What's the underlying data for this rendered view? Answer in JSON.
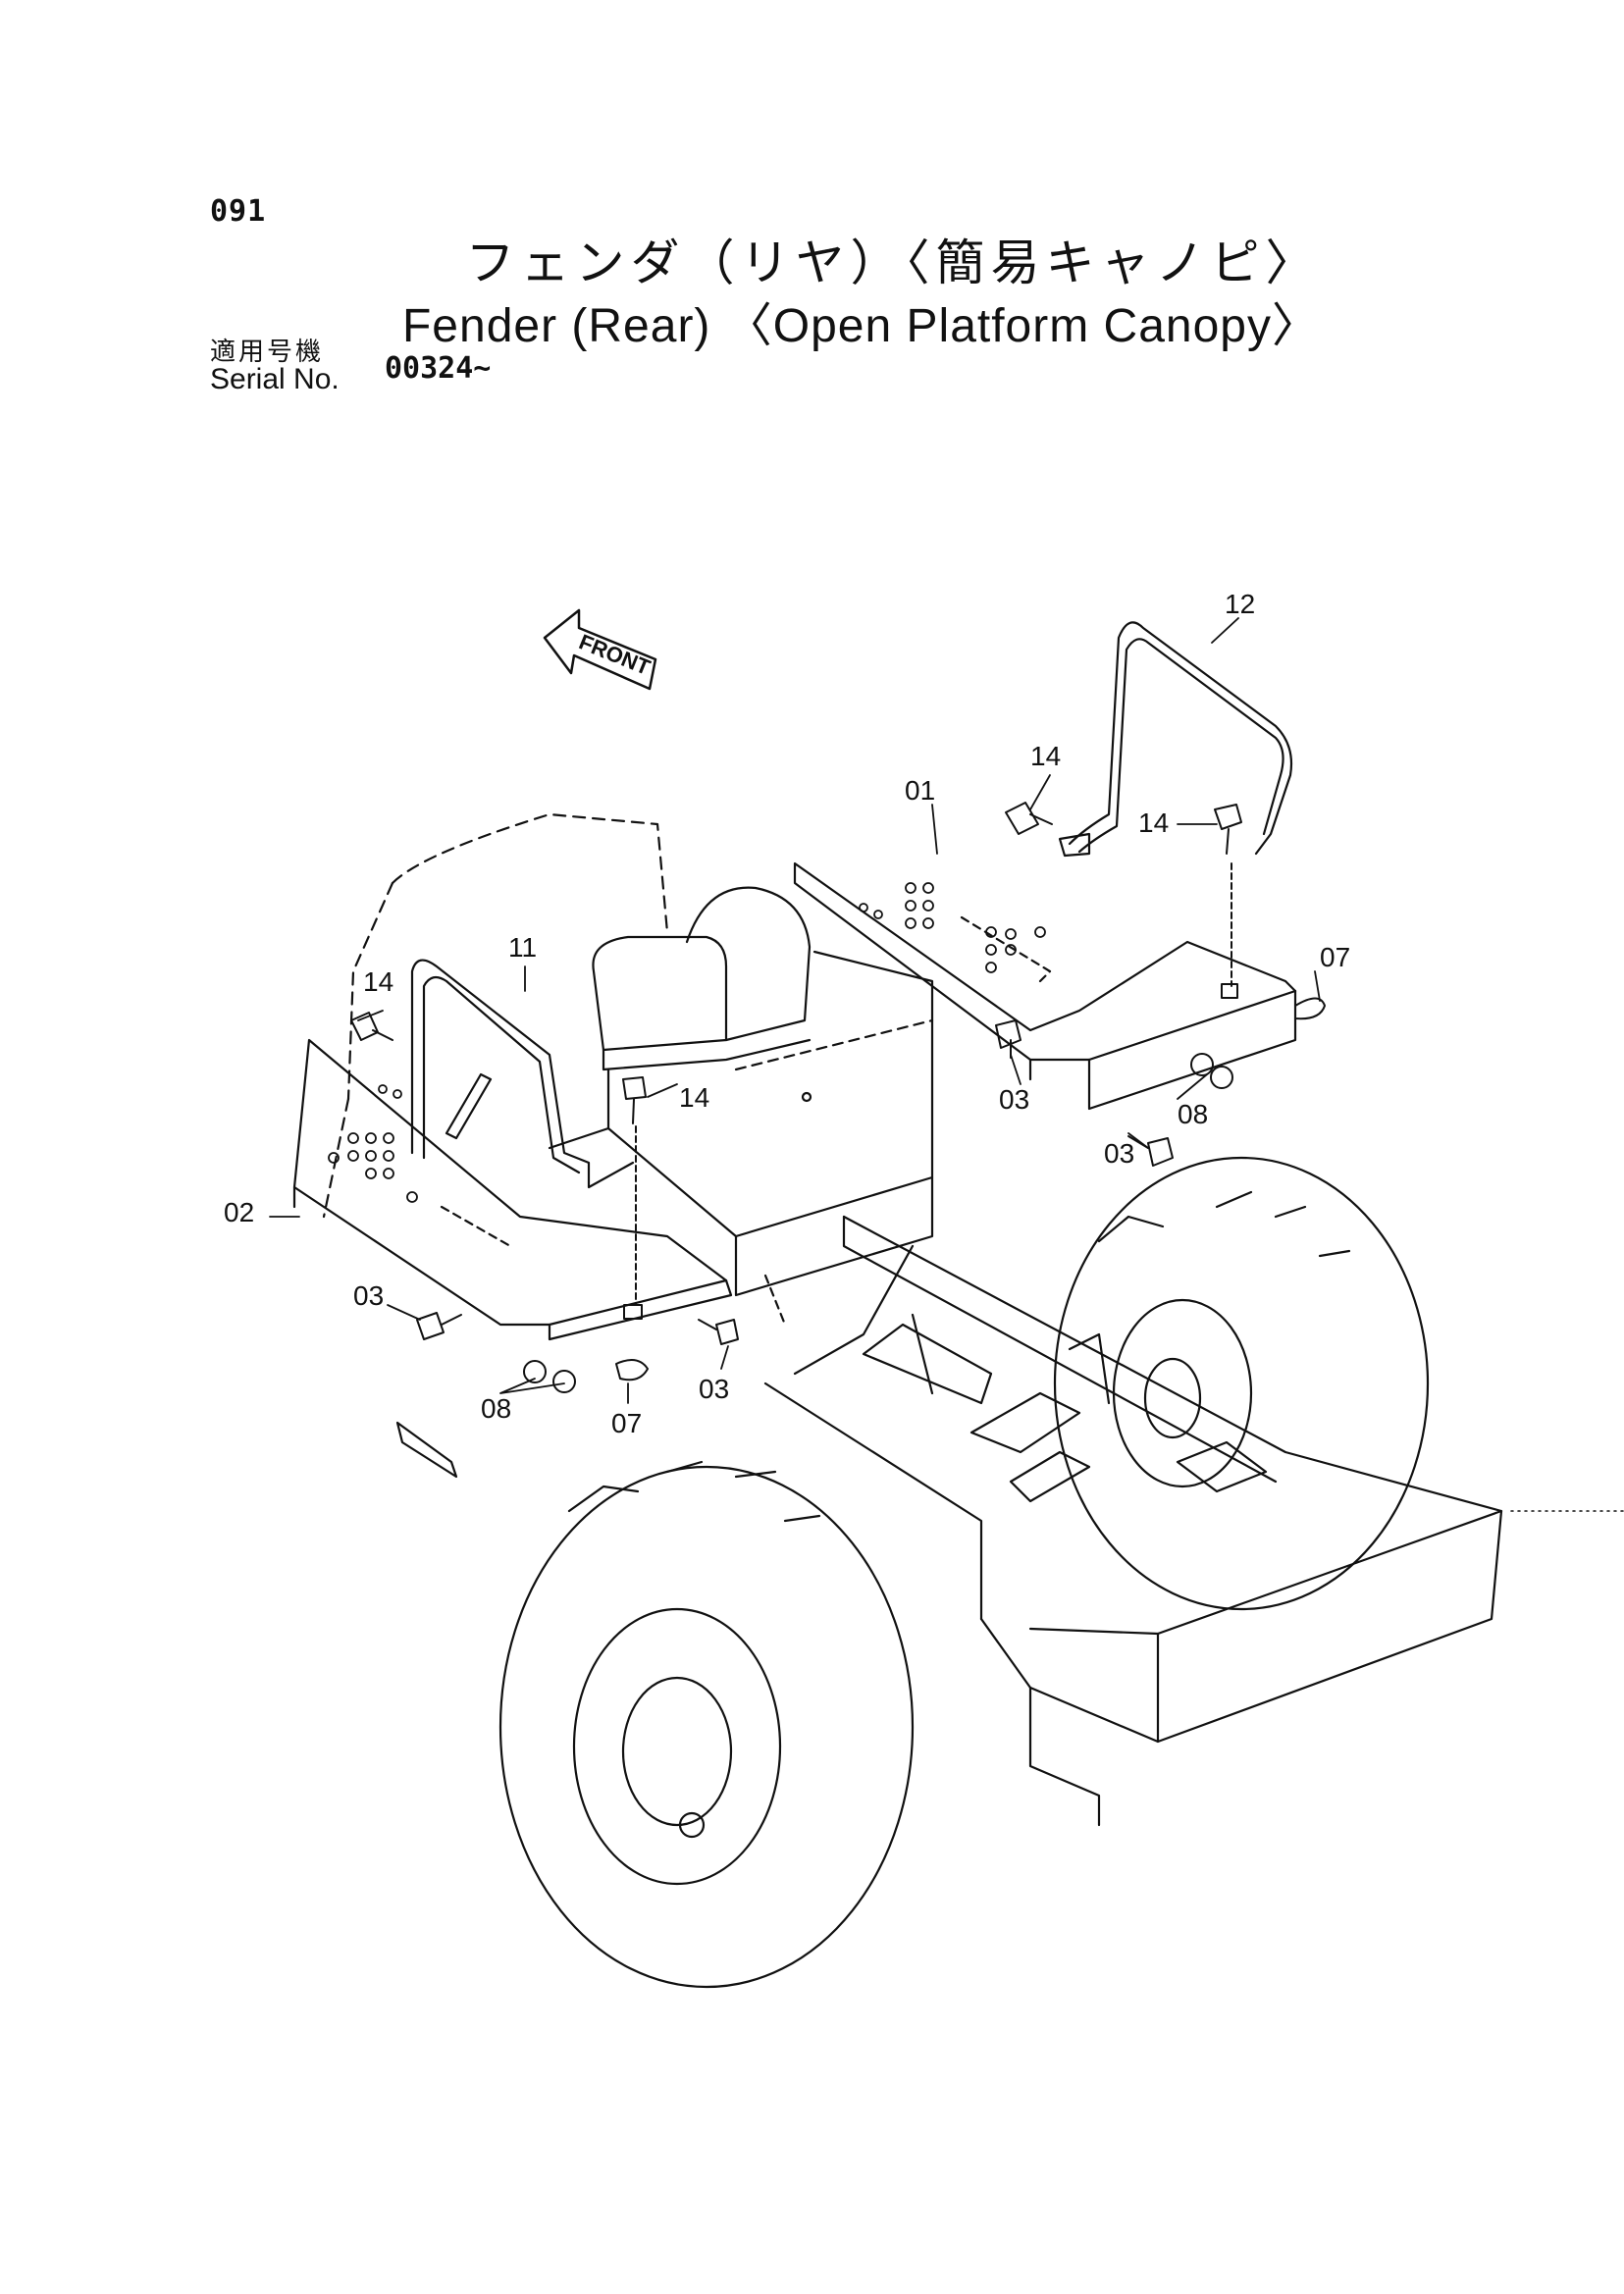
{
  "header": {
    "page_number": "091",
    "title_ja": "フェンダ（リヤ）〈簡易キャノピ〉",
    "title_en": "Fender (Rear) 〈Open Platform Canopy〉",
    "serial_label_ja": "適用号機",
    "serial_label_en": "Serial No.",
    "serial_value": "00324~"
  },
  "diagram": {
    "front_indicator": "FRONT",
    "callouts": [
      "01",
      "02",
      "03",
      "03",
      "03",
      "03",
      "07",
      "07",
      "08",
      "08",
      "11",
      "12",
      "14",
      "14",
      "14",
      "14"
    ]
  }
}
